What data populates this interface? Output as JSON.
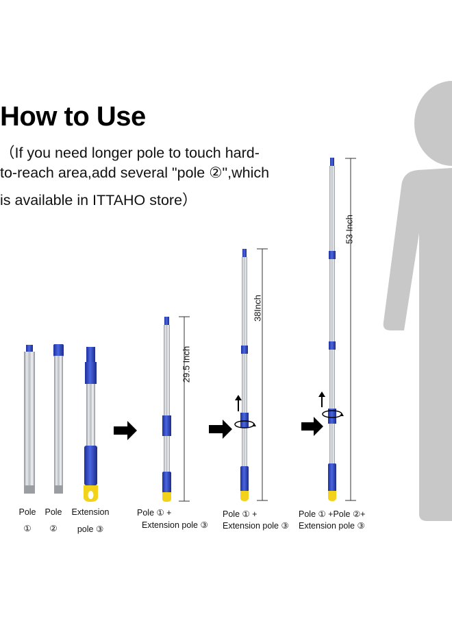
{
  "heading": {
    "title": "How to Use",
    "line1": "（If you need longer pole to touch hard-",
    "line2": "to-reach area,add several \"pole ②\",which",
    "line3": "is available in ITTAHO store）"
  },
  "parts": {
    "pole1": {
      "name": "Pole",
      "num": "①"
    },
    "pole2": {
      "name": "Pole",
      "num": "②"
    },
    "ext": {
      "name": "Extension",
      "num": "pole ③"
    }
  },
  "assemblies": {
    "a1": {
      "line1": "Pole ①  +",
      "line2": "Extension pole ③",
      "length": "29.5 Inch"
    },
    "a2": {
      "line1": "Pole ①  +",
      "line2": "Extension pole ③",
      "length": "38Inch"
    },
    "a3": {
      "line1": "Pole ①  +Pole ②+",
      "line2": "Extension pole ③",
      "length": "53 Inch"
    }
  },
  "colors": {
    "blue": "#2a45c8",
    "yellow": "#f2d21a",
    "steel": "#c9ccd0",
    "silhouette": "#c8c8c8"
  }
}
